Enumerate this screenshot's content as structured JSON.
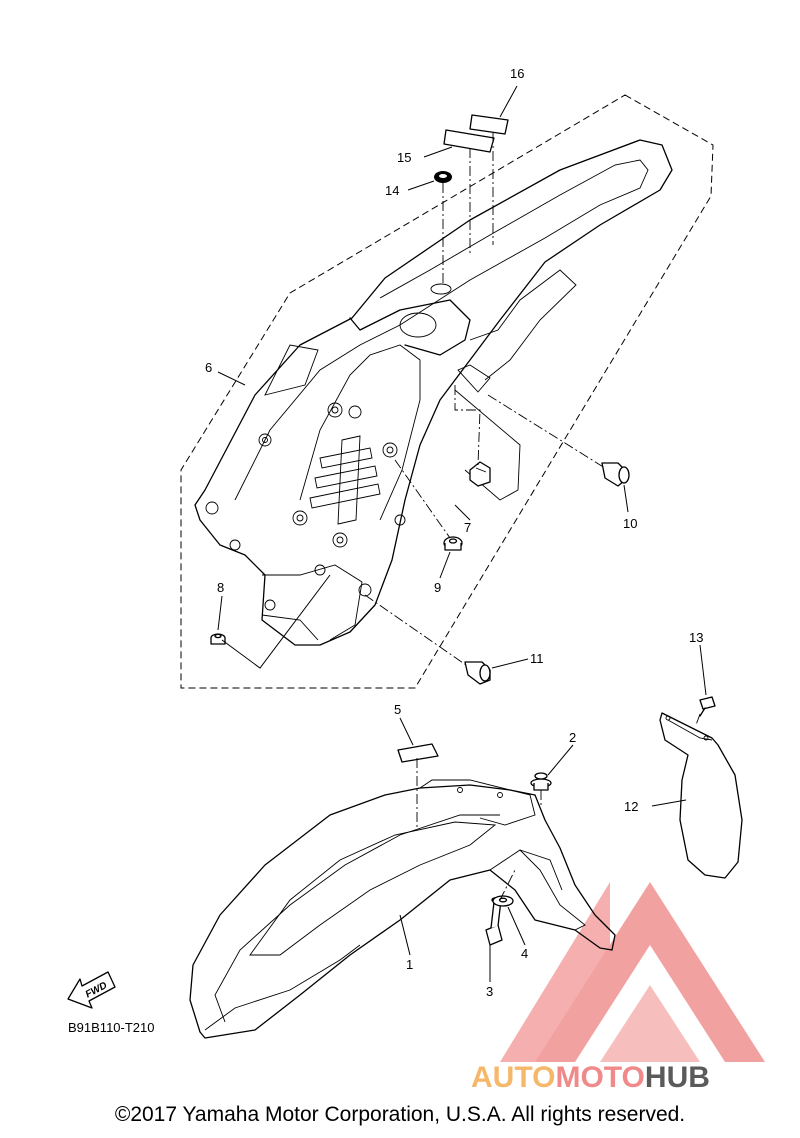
{
  "callouts": {
    "c1": "1",
    "c2": "2",
    "c3": "3",
    "c4": "4",
    "c5": "5",
    "c6": "6",
    "c7": "7",
    "c8": "8",
    "c9": "9",
    "c10": "10",
    "c11": "11",
    "c12": "12",
    "c13": "13",
    "c14": "14",
    "c15": "15",
    "c16": "16"
  },
  "fwd_label": "FWD",
  "diagram_code": "B91B110-T210",
  "watermark": {
    "auto": "AUTO",
    "moto": "MOTO",
    "hub": "HUB",
    "colors": {
      "auto": "#f5b86b",
      "moto": "#f08a8a",
      "hub": "#5a5a5a",
      "triangle": "#f08a8a"
    }
  },
  "copyright": "©2017 Yamaha Motor Corporation, U.S.A. All rights reserved."
}
